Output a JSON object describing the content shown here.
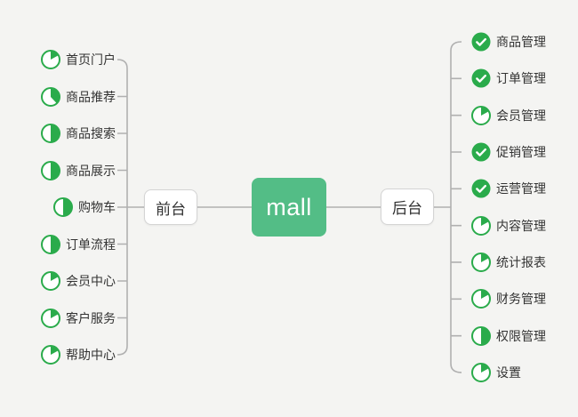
{
  "canvas": {
    "background": "#f4f4f2",
    "line_color": "#b0b0b0"
  },
  "colors": {
    "root_node_green": "#53bd86",
    "icon_green": "#2aab4b",
    "text": "#333333",
    "branch_box_border": "#d4d4d4"
  },
  "icons": {
    "check": "check-circle-icon",
    "pie": "progress-pie-icon"
  },
  "root": {
    "label": "mall"
  },
  "branches": [
    {
      "label": "前台",
      "side": "left",
      "items": [
        {
          "label": "首页门户",
          "icon": "pie",
          "percent": 17
        },
        {
          "label": "商品推荐",
          "icon": "pie",
          "percent": 38
        },
        {
          "label": "商品搜索",
          "icon": "pie",
          "percent": 50
        },
        {
          "label": "商品展示",
          "icon": "pie",
          "percent": 50
        },
        {
          "label": "购物车",
          "icon": "pie",
          "percent": 50
        },
        {
          "label": "订单流程",
          "icon": "pie",
          "percent": 50
        },
        {
          "label": "会员中心",
          "icon": "pie",
          "percent": 17
        },
        {
          "label": "客户服务",
          "icon": "pie",
          "percent": 17
        },
        {
          "label": "帮助中心",
          "icon": "pie",
          "percent": 17
        }
      ]
    },
    {
      "label": "后台",
      "side": "right",
      "items": [
        {
          "label": "商品管理",
          "icon": "check"
        },
        {
          "label": "订单管理",
          "icon": "check"
        },
        {
          "label": "会员管理",
          "icon": "pie",
          "percent": 17
        },
        {
          "label": "促销管理",
          "icon": "check"
        },
        {
          "label": "运营管理",
          "icon": "check"
        },
        {
          "label": "内容管理",
          "icon": "pie",
          "percent": 17
        },
        {
          "label": "统计报表",
          "icon": "pie",
          "percent": 17
        },
        {
          "label": "财务管理",
          "icon": "pie",
          "percent": 17
        },
        {
          "label": "权限管理",
          "icon": "pie",
          "percent": 50
        },
        {
          "label": "设置",
          "icon": "pie",
          "percent": 17
        }
      ]
    }
  ]
}
